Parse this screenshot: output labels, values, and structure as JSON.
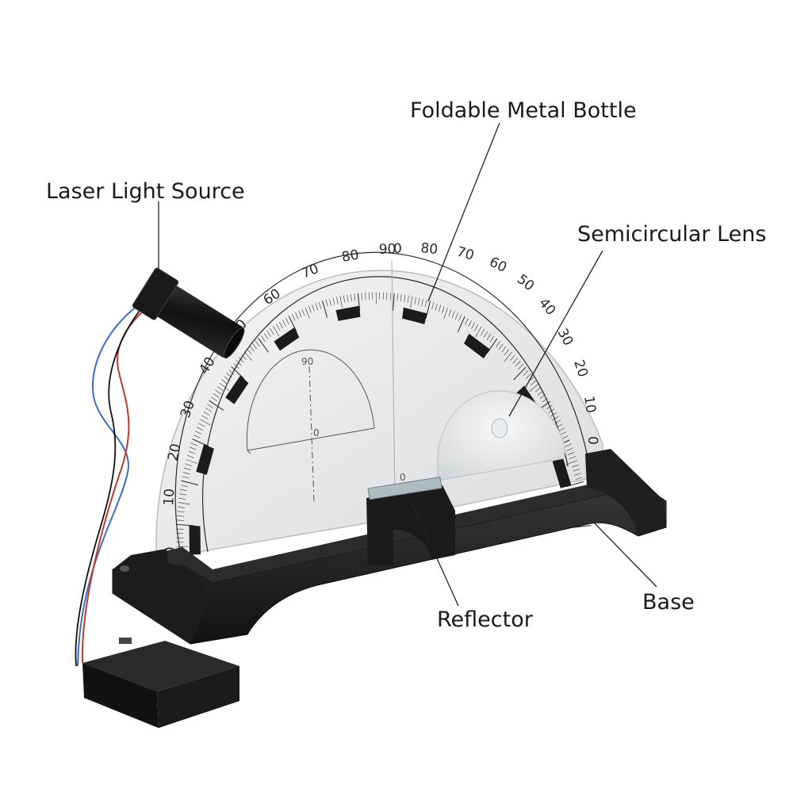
{
  "labels": {
    "laser": "Laser Light Source",
    "bottle": "Foldable Metal Bottle",
    "lens": "Semicircular Lens",
    "reflector": "Reflector",
    "base": "Base"
  },
  "scale": {
    "left_ticks": [
      "0",
      "10",
      "20",
      "30",
      "40",
      "50",
      "60",
      "70",
      "80",
      "90"
    ],
    "right_ticks": [
      "0",
      "10",
      "20",
      "30",
      "40",
      "50",
      "60",
      "70",
      "80"
    ],
    "inner_top": "90",
    "inner_bottom": "0",
    "center_mark": "0"
  },
  "colors": {
    "disc": "#e6e8ea",
    "ink": "#1b1b1b",
    "base": "#1e1e1e",
    "wire_red": "#c0392b",
    "wire_blue": "#3a6fc4",
    "wire_black": "#111111"
  }
}
